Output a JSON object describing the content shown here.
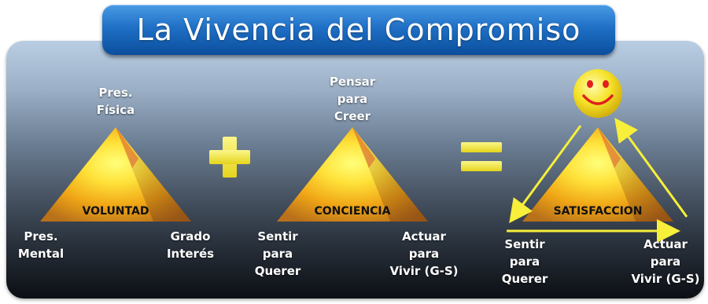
{
  "title": "La Vivencia del Compromiso",
  "colors": {
    "title_bar": "#1f70c6",
    "triangle_top": "#ffff66",
    "triangle_mid": "#f2b418",
    "triangle_dark": "#a5641c",
    "operator": "#f7ef3a",
    "smiley": "#f4e31c",
    "arrows": "#f7ef3a"
  },
  "operators": {
    "plus": "+",
    "equals": "="
  },
  "voluntad": {
    "label": "VOLUNTAD",
    "top": [
      "Pres.",
      "Física"
    ],
    "left": [
      "Pres.",
      "Mental"
    ],
    "right": [
      "Grado",
      "Interés"
    ]
  },
  "conciencia": {
    "label": "CONCIENCIA",
    "top": [
      "Pensar",
      "para",
      "Creer"
    ],
    "left": [
      "Sentir",
      "para",
      "Querer"
    ],
    "right": [
      "Actuar",
      "para",
      "Vivir (G-S)"
    ]
  },
  "satisfaccion": {
    "label": "SATISFACCION",
    "left": [
      "Sentir",
      "para",
      "Querer"
    ],
    "right": [
      "Actuar",
      "para",
      "Vivir (G-S)"
    ],
    "top_icon": "smiley-face-icon"
  }
}
